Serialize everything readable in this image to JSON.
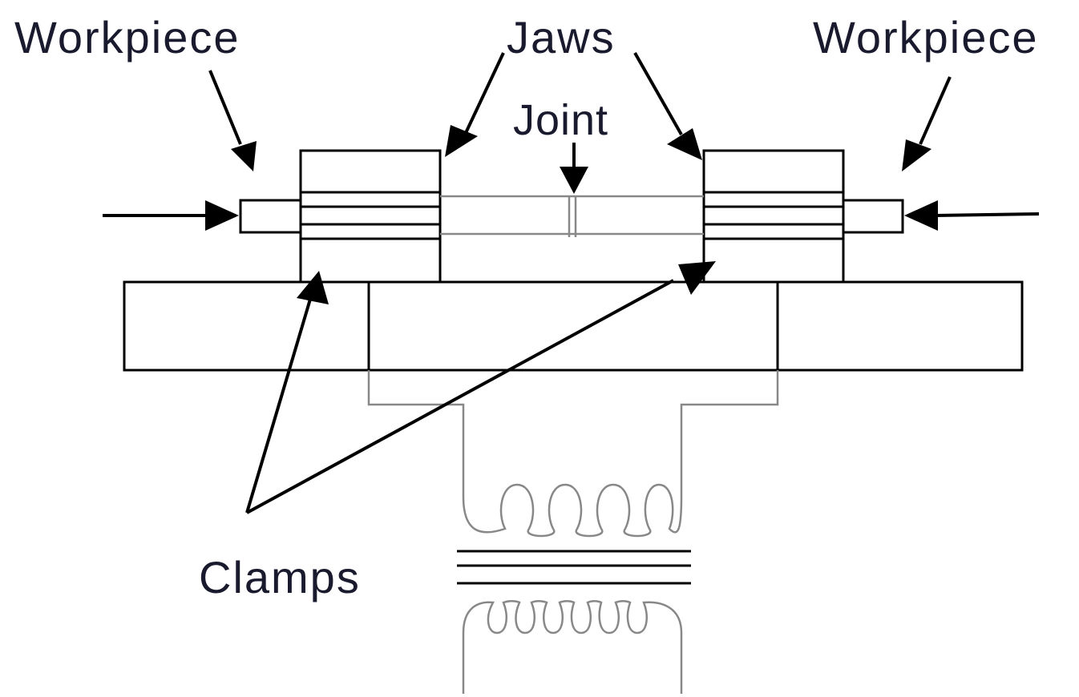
{
  "labels": {
    "workpiece_left": "Workpiece",
    "workpiece_right": "Workpiece",
    "jaws": "Jaws",
    "joint": "Joint",
    "clamps": "Clamps"
  }
}
